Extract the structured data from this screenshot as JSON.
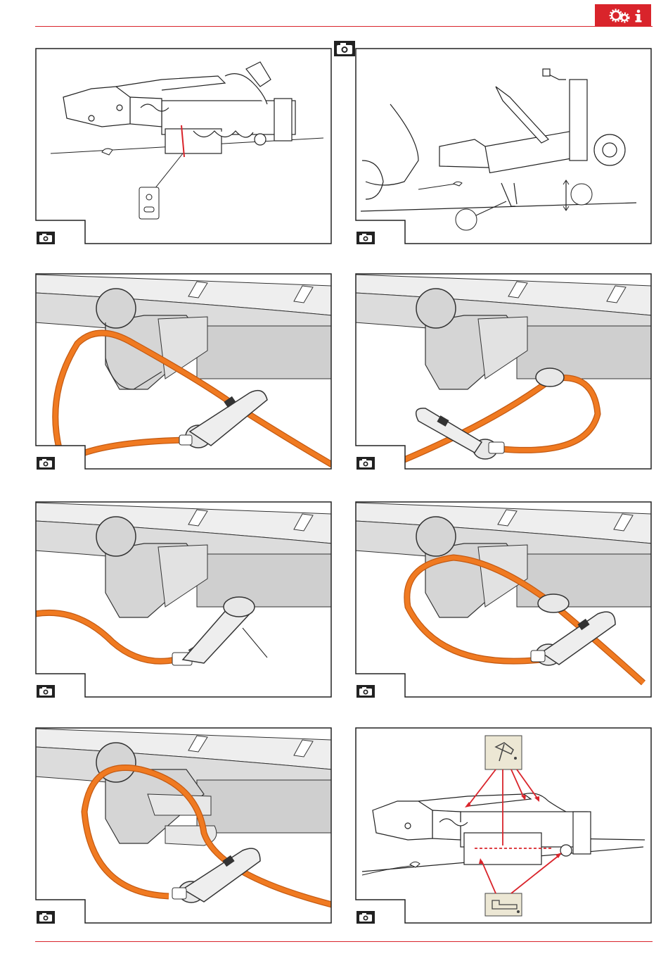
{
  "document": {
    "header_badge": {
      "icon_names": [
        "gears-icon",
        "info-icon"
      ],
      "color": "#d9242b"
    },
    "accent_color": "#d9242b",
    "cable_color": "#f07a21",
    "panels": [
      {
        "id": "p1",
        "illustration": "coupling-side-view-with-breakaway-eye"
      },
      {
        "id": "p2",
        "illustration": "trailer-with-drawbar-and-height-measurement"
      },
      {
        "id": "p3",
        "illustration": "tow-ball-cable-loop-carabiner"
      },
      {
        "id": "p4",
        "illustration": "tow-ball-cable-through-eye"
      },
      {
        "id": "p5",
        "illustration": "tow-ball-carabiner-on-eye"
      },
      {
        "id": "p6",
        "illustration": "tow-ball-cable-around-neck-through-eye"
      },
      {
        "id": "p7",
        "illustration": "tow-ball-cable-around-ball"
      },
      {
        "id": "p8",
        "illustration": "coupling-lubrication-points"
      }
    ],
    "camera_icon": "camera-icon"
  }
}
